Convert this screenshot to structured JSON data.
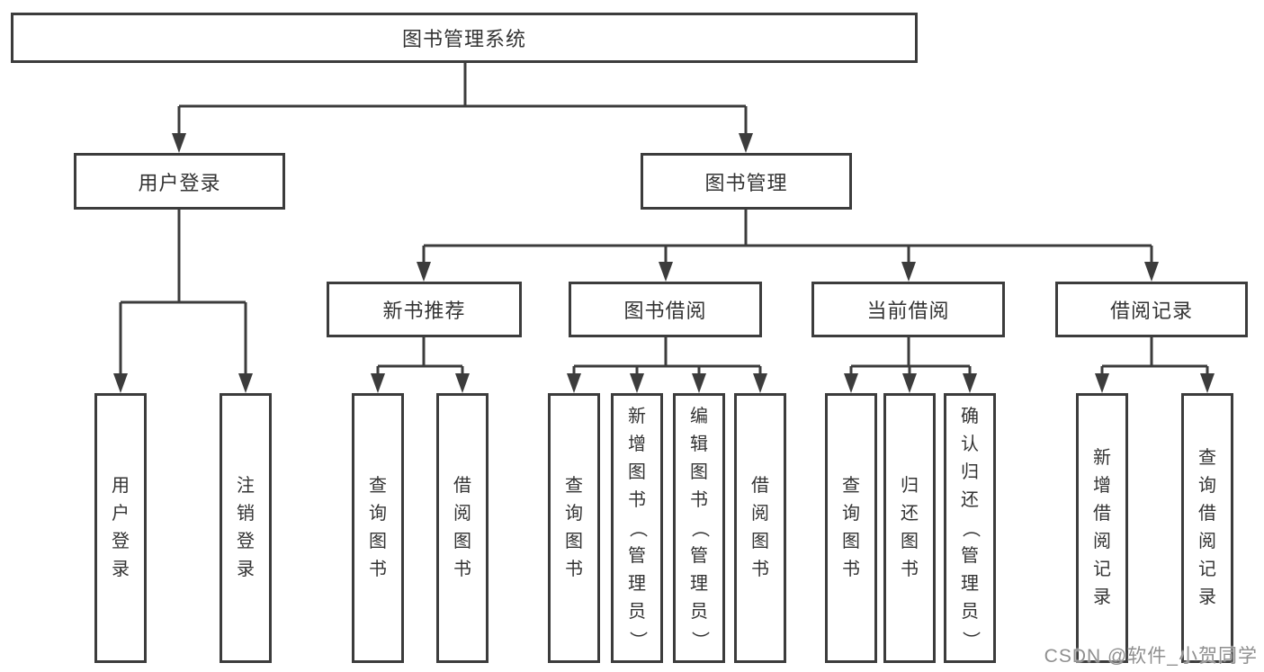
{
  "diagram": {
    "nodes": {
      "root": {
        "label": "图书管理系统"
      },
      "user_login": {
        "label": "用户登录"
      },
      "book_mgmt": {
        "label": "图书管理"
      },
      "new_book_rec": {
        "label": "新书推荐"
      },
      "book_borrow": {
        "label": "图书借阅"
      },
      "current_borrow": {
        "label": "当前借阅"
      },
      "borrow_records": {
        "label": "借阅记录"
      },
      "leaf_user_login": {
        "label": "用户登录"
      },
      "leaf_logout": {
        "label": "注销登录"
      },
      "leaf_rec_query_books": {
        "label": "查询图书"
      },
      "leaf_rec_borrow_books": {
        "label": "借阅图书"
      },
      "leaf_bb_query_books": {
        "label": "查询图书"
      },
      "leaf_bb_add_books": {
        "label": "新增图书（管理员）"
      },
      "leaf_bb_edit_books": {
        "label": "编辑图书（管理员）"
      },
      "leaf_bb_borrow_books": {
        "label": "借阅图书"
      },
      "leaf_cb_query_books": {
        "label": "查询图书"
      },
      "leaf_cb_return_books": {
        "label": "归还图书"
      },
      "leaf_cb_confirm_return": {
        "label": "确认归还（管理员）"
      },
      "leaf_br_add_record": {
        "label": "新增借阅记录"
      },
      "leaf_br_query_record": {
        "label": "查询借阅记录"
      }
    },
    "watermark": "CSDN @软件_小贺同学",
    "colors": {
      "line": "#3c3c3c",
      "border": "#3c3c3c",
      "text": "#333333",
      "watermark": "#8f8f8f",
      "background": "#ffffff"
    }
  }
}
